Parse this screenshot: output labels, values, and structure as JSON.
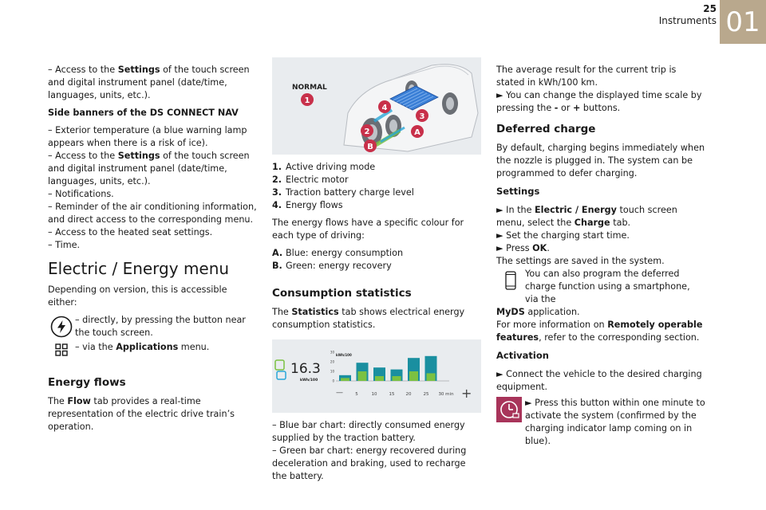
{
  "header": {
    "page_number": "25",
    "chapter_title": "Instruments",
    "chapter_number": "01"
  },
  "col1": {
    "p1_pre": "– Access to the ",
    "p1_bold": "Settings",
    "p1_post": " of the touch screen and digital instrument panel (date/time, languages, units, etc.).",
    "sub1": "Side banners of the DS CONNECT NAV",
    "b1": "– Exterior temperature (a blue warning lamp appears when there is a risk of ice).",
    "b2_pre": "– Access to the ",
    "b2_bold": "Settings",
    "b2_post": " of the touch screen and digital instrument panel (date/time, languages, units, etc.).",
    "b3": "– Notifications.",
    "b4": "– Reminder of the air conditioning information, and direct access to the corresponding menu.",
    "b5": "– Access to the heated seat settings.",
    "b6": "– Time.",
    "h_electric": "Electric / Energy menu",
    "p_version": "Depending on version, this is accessible either:",
    "opt1": "– directly, by pressing the button near the touch screen.",
    "opt2_pre": "– via the ",
    "opt2_bold": "Applications",
    "opt2_post": " menu.",
    "h_flows": "Energy flows",
    "flows_pre": "The ",
    "flows_bold": "Flow",
    "flows_post": " tab provides a real-time representation of the electric drive train’s operation."
  },
  "figure1": {
    "mode_label": "NORMAL",
    "markers": [
      "1",
      "2",
      "3",
      "4",
      "A",
      "B"
    ]
  },
  "col2": {
    "list": [
      {
        "n": "1.",
        "t": "Active driving mode"
      },
      {
        "n": "2.",
        "t": "Electric motor"
      },
      {
        "n": "3.",
        "t": "Traction battery charge level"
      },
      {
        "n": "4.",
        "t": "Energy flows"
      }
    ],
    "p_colour": "The energy flows have a specific colour for each type of driving:",
    "list2": [
      {
        "n": "A.",
        "t": "Blue: energy consumption"
      },
      {
        "n": "B.",
        "t": "Green: energy recovery"
      }
    ],
    "h_consumption": "Consumption statistics",
    "stats_pre": "The ",
    "stats_bold": "Statistics",
    "stats_post": " tab shows electrical energy consumption statistics.",
    "b_blue": "– Blue bar chart: directly consumed energy supplied by the traction battery.",
    "b_green": "– Green bar chart: energy recovered during deceleration and braking, used to recharge the battery."
  },
  "figure2": {
    "value": "16.3",
    "unit": "kWh/100",
    "y_label": "kWh/100",
    "y_ticks": [
      "30",
      "20",
      "10",
      "0"
    ],
    "x_ticks": [
      "5",
      "10",
      "15",
      "20",
      "25",
      "30 min"
    ],
    "minus": "—",
    "plus": "+",
    "bars": [
      {
        "blue": 6,
        "green": 3
      },
      {
        "blue": 19,
        "green": 10
      },
      {
        "blue": 14,
        "green": 5
      },
      {
        "blue": 12,
        "green": 5
      },
      {
        "blue": 24,
        "green": 10
      },
      {
        "blue": 26,
        "green": 8
      }
    ]
  },
  "col3": {
    "p_avg": "The average result for the current trip is stated in kWh/100 km.",
    "p_scale_pre": "► You can change the displayed time scale by pressing the ",
    "p_scale_minus": "-",
    "p_scale_mid": " or ",
    "p_scale_plus": "+",
    "p_scale_post": " buttons.",
    "h_deferred": "Deferred charge",
    "p_default": "By default, charging begins immediately when the nozzle is plugged in. The system can be programmed to defer charging.",
    "h_settings": "Settings",
    "s1_pre": "► In the ",
    "s1_bold": "Electric / Energy",
    "s1_mid": " touch screen menu, select the ",
    "s1_bold2": "Charge",
    "s1_post": " tab.",
    "s2": "► Set the charging start time.",
    "s3_pre": "► Press ",
    "s3_bold": "OK",
    "s3_post": ".",
    "s4": "The settings are saved in the system.",
    "phone_text": "You can also program the deferred charge function using a smartphone, via the",
    "phone_bold": "MyDS",
    "phone_post": " application.",
    "more_pre": "For more information on ",
    "more_bold": "Remotely operable features",
    "more_post": ", refer to the corresponding section.",
    "h_activation": "Activation",
    "a1": "► Connect the vehicle to the desired charging equipment.",
    "a2": "► Press this button within one minute to activate the system (confirmed by the charging indicator lamp coming on in blue)."
  },
  "colors": {
    "accent": "#b9a88d",
    "marker": "#c8304a",
    "blue_bar": "#1a8fa0",
    "green_bar": "#7bc142"
  }
}
